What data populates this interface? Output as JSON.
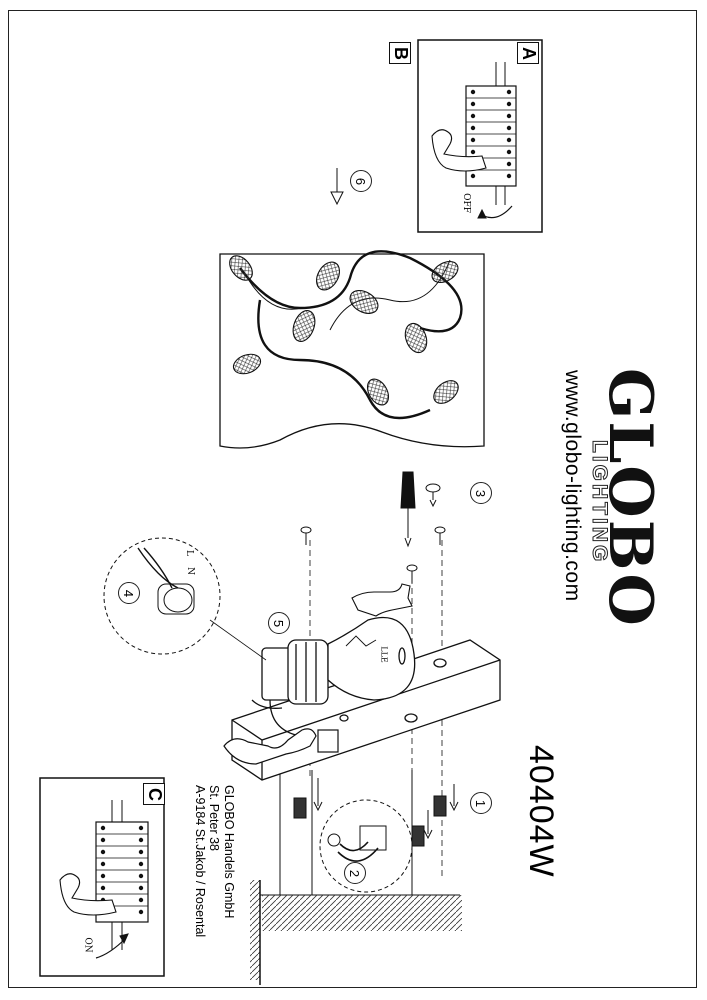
{
  "brand": {
    "logo": "GLOBO",
    "sub": "LIGHTING",
    "url": "www.globo-lighting.com"
  },
  "model_number": "40404W",
  "address": [
    "GLOBO Handels GmbH",
    "St. Peter 38",
    "A-9184 St.Jakob / Rosental"
  ],
  "panels": {
    "a": "A",
    "b": "B",
    "c": "C"
  },
  "switch_labels": {
    "off": "OFF",
    "on": "ON"
  },
  "wire_labels": {
    "l": "L",
    "n": "N"
  },
  "bulb_text": "LLE",
  "steps": [
    "1",
    "2",
    "3",
    "4",
    "5",
    "6"
  ]
}
